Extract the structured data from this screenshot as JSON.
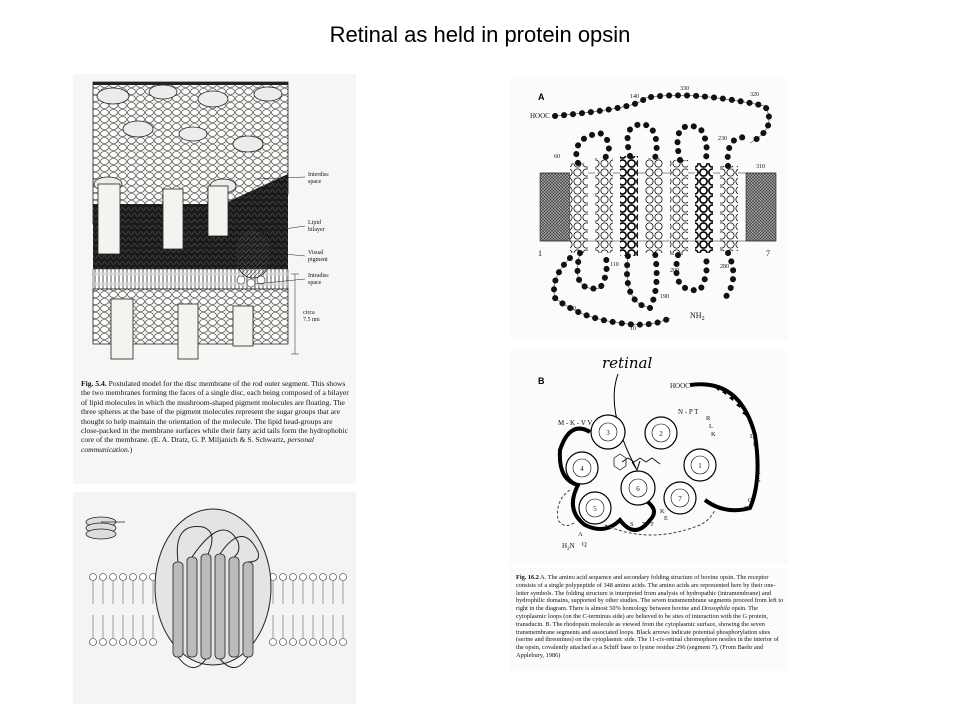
{
  "slide": {
    "title": "Retinal as held in protein opsin"
  },
  "fig54": {
    "labels": {
      "interdisc": "Interdisc",
      "interdisc2": "space",
      "lipid": "Lipid",
      "lipid2": "bilayer",
      "visual": "Visual",
      "visual2": "pigment",
      "intradisc": "Intradisc",
      "intradisc2": "space",
      "circa": "circa",
      "circa2": "7.5 nm"
    },
    "caption_lead": "Fig. 5.4.",
    "caption_text": "Postulated model for the disc membrane of the rod outer segment. This shows the two membranes forming the faces of a single disc, each being composed of a bilayer of lipid molecules in which the mushroom-shaped pigment molecules are floating. The three spheres at the base of the pigment molecules represent the sugar groups that are thought to help maintain the orientation of the molecule. The lipid head-groups are close-packed in the membrane surfaces while their fatty acid tails form the hydrophobic core of the membrane. (E. A. Dratz, G. P. Miljanich & S. Schwartz,",
    "caption_italic": "personal communication.",
    "caption_end": ")"
  },
  "fig162a": {
    "panel_label": "A",
    "hooc": "HOOC",
    "nh2": "NH",
    "nh2_sub": "2",
    "numbers": [
      "140",
      "330",
      "320",
      "1",
      "7",
      "60",
      "230",
      "110",
      "200",
      "280",
      "190",
      "20",
      "10",
      "310"
    ]
  },
  "fig162b": {
    "panel_label": "B",
    "handwritten": "retinal",
    "hooc": "HOOC",
    "h2n": "H",
    "h2n_rest": "N",
    "seq_top": "M - K - V V",
    "seq_top2": "N - P T",
    "helices": [
      "3",
      "2",
      "4",
      "1",
      "6",
      "5",
      "7"
    ],
    "letters_right": [
      "R",
      "L",
      "K",
      "D",
      "D",
      "K",
      "G",
      "C",
      "C"
    ],
    "letters_bottom": [
      "S",
      "T",
      "T",
      "A",
      "Q",
      "K",
      "E"
    ]
  },
  "fig162_caption": {
    "lead": "Fig. 16.2",
    "text1": "A. The amino acid sequence and secondary folding structure of bovine opsin. The receptor consists of a single polypeptide of 348 amino acids. The amino acids are represented here by their one-letter symbols. The folding structure is interpreted from analysis of hydropathic (intramembrane) and hydrophilic domains, supported by other studies. The seven transmembrane segments proceed from left to right in the diagram. There is almost 50% homology between bovine and",
    "italic1": "Drosophila",
    "text2": "opsin. The cytoplasmic loops (on the C-terminus side) are believed to be sites of interaction with the G protein, transducin. B. The rhodopsin molecule as viewed from the cytoplasmic surface, showing the seven transmembrane segments and associated loops. Black arrows indicate potential phosphorylation sites (serine and threonines) on the cytoplasmic side. The 11-",
    "italic2": "cis",
    "text3": "-retinal chromophore nestles in the interior of the opsin, covalently attached as a Schiff base to lysine residue 296 (segment 7). (From Baehr and Applebury, 1986)"
  }
}
